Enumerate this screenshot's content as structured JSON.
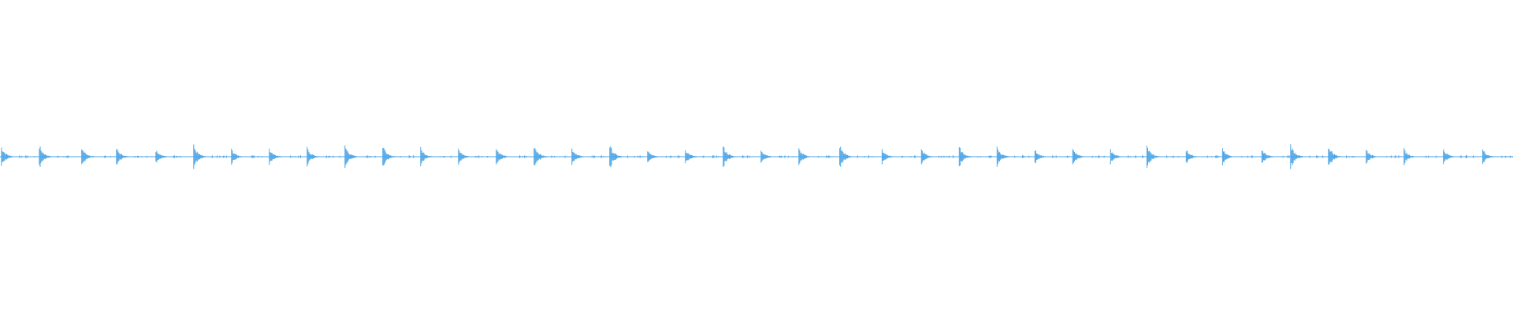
{
  "waveform": {
    "color": "#4ea6e6",
    "baseline_color": "#4ea6e6",
    "background": "#ffffff",
    "peak_amplitude": 0.045,
    "transient_times": [
      0.001,
      0.026,
      0.054,
      0.077,
      0.103,
      0.128,
      0.153,
      0.178,
      0.203,
      0.228,
      0.253,
      0.278,
      0.303,
      0.328,
      0.353,
      0.378,
      0.403,
      0.428,
      0.453,
      0.478,
      0.503,
      0.528,
      0.555,
      0.583,
      0.609,
      0.634,
      0.659,
      0.684,
      0.709,
      0.734,
      0.758,
      0.784,
      0.808,
      0.834,
      0.853,
      0.878,
      0.903,
      0.928,
      0.954,
      0.98
    ],
    "transient_strengths": [
      0.8,
      0.9,
      0.75,
      0.7,
      0.6,
      0.9,
      0.6,
      0.7,
      0.7,
      0.9,
      0.95,
      0.7,
      0.6,
      0.7,
      1.0,
      0.7,
      0.95,
      0.6,
      0.6,
      0.85,
      0.6,
      0.65,
      0.95,
      0.6,
      0.6,
      0.8,
      0.75,
      0.6,
      0.6,
      0.6,
      0.9,
      0.6,
      0.6,
      0.6,
      1.0,
      0.95,
      0.6,
      0.6,
      0.6,
      0.6
    ]
  }
}
